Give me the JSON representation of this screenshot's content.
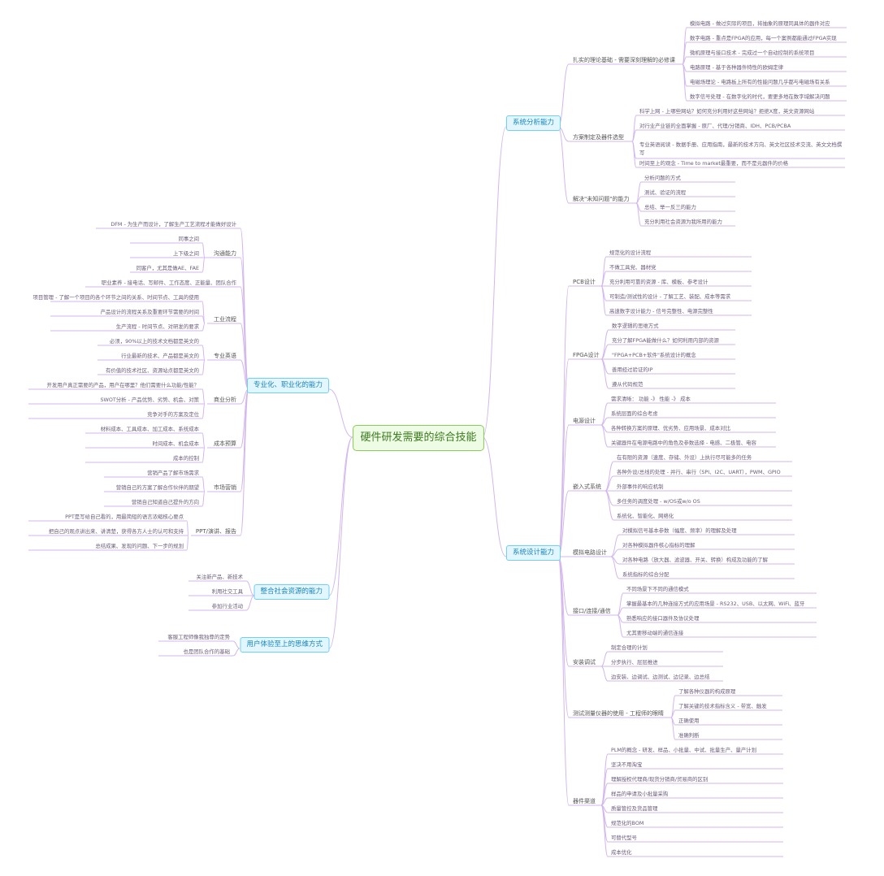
{
  "root": "硬件研发需要的综合技能",
  "colors": {
    "line": "#d3b7ec",
    "root_border": "#88cf55",
    "level1_border": "#6fd0f3"
  },
  "level1": [
    {
      "id": "sys_analysis",
      "label": "系统分析能力"
    },
    {
      "id": "sys_design",
      "label": "系统设计能力"
    },
    {
      "id": "professional",
      "label": "专业化、职业化的能力"
    },
    {
      "id": "social",
      "label": "整合社会资源的能力"
    },
    {
      "id": "ux",
      "label": "用户体验至上的思维方式"
    }
  ],
  "level2": {
    "foundation": "扎实的理论基础 - 需要深刻理解的必修课",
    "solution": "方案制定及器件选型",
    "unknown": "解决\"未知问题\"的能力",
    "pcb": "PCB设计",
    "fpga": "FPGA设计",
    "power": "电源设计",
    "embedded": "嵌入式系统",
    "analog": "模拟电路设计",
    "interface": "接口/连接/通信",
    "install": "安装调试",
    "instrument": "测试测量仪器的使用 - 工程师的眼睛",
    "channel": "器件渠道",
    "communication": "沟通能力",
    "process": "工业流程",
    "english": "专业英语",
    "business": "商业分析",
    "budget": "成本预算",
    "marketing": "市场营销",
    "ppt": "PPT/演讲、报告"
  },
  "leaves": {
    "foundation": [
      "模拟电路 - 做过实际的项目，将抽象的原理同具体的器件对应",
      "数字电路 - 重点是FPGA的应用，每一个案例都能通过FPGA实现",
      "微机原理与接口技术 - 完成过一个自动控制的系统项目",
      "电路原理 - 基于各种器件特性的欧姆定律",
      "电磁场理论 - 电路板上所有的性能问题几乎都与电磁场有关系",
      "数字信号处理 - 在数字化的时代，要更多地在数字域解决问题"
    ],
    "solution": [
      "科学上网 - 上哪些网站？如何充分利用好这些网站？拒绝X度，英文资源网站",
      "对行业产业链的全面掌握 - 原厂、代理/分销商、IDH、PCB/PCBA",
      "专业英语阅读 - 数据手册、应用指南，最新的技术方向、英文社区技术交流、英文文档撰写",
      "时间至上的观念 - Time to market最重要，而不是元器件的价格"
    ],
    "unknown": [
      "分析问题的方式",
      "测试、验证的流程",
      "总结、举一反三的能力",
      "充分利用社会资源为我所用的能力"
    ],
    "pcb": [
      "规范化的设计流程",
      "不做工具党、器材党",
      "充分利用可靠的资源 - 库、模板、参考设计",
      "可制造/测试性的设计 - 了解工艺、装配、成本等需求",
      "高速数字设计能力 - 信号完整性、电源完整性"
    ],
    "fpga": [
      "数字逻辑的思维方式",
      "充分了解FPGA能做什么？如何利用内部的资源",
      "\"FPGA+PCB+软件\"系统设计的概念",
      "善用经过验证的IP",
      "遵从代码规范"
    ],
    "power": [
      "需求清晰： 功能 -》 性能 -》 成本",
      "系统层面的综合考虑",
      "各种转换方案的原理、优劣势、应用场景、成本对比",
      "关键器件在电源电路中的角色及参数选择 - 电感、二极管、电容"
    ],
    "embedded": [
      "在有限的资源（速度、存储、外设）上执行尽可能多的任务",
      "各种外设/总线的处理 - 并行、串行（SPI、I2C、UART），PWM、GPIO",
      "外部事件的响应机制",
      "多任务的调度处理 - w/OS或w/o OS",
      "系统化、智能化、网络化"
    ],
    "analog": [
      "对模拟信号基本参数（幅度、频率）的理解及处理",
      "对各种模拟器件核心指标的理解",
      "对各种电路（放大器、滤波器、开关、转换）构成及功能的了解",
      "系统指标的综合分配"
    ],
    "interface": [
      "不同场景下不同的通信模式",
      "掌握最基本的几种连接方式的应用场景 - RS232、USB、以太网、WiFi、蓝牙",
      "熟悉响应的接口器件及协议处理",
      "尤其要移动端的通信连接"
    ],
    "install": [
      "制定合理的计划",
      "分步执行、层层推进",
      "边安装、边调试、边测试、边记录、边总结"
    ],
    "instrument": [
      "了解各种仪器的构成原理",
      "了解关键的技术指标含义 - 带宽、触发",
      "正确使用",
      "准确判断"
    ],
    "channel": [
      "PLM的概念 - 研发、样品、小批量、中试、批量生产、量产计划",
      "坚决不用淘宝",
      "理解授权代理商/现货分销商/贸易商的区别",
      "样品的申请及小批量采购",
      "质量管控及货品管理",
      "规范化的BOM",
      "可替代型号",
      "成本优化"
    ],
    "dfm": "DFM - 为生产而设计，了解生产工艺流程才能做好设计",
    "communication": [
      "同事之间",
      "上下级之间",
      "同客户，尤其是做AE、FAE"
    ],
    "workplace": "职业素养 - 接电话、写邮件、工作态度、正能量、团队合作",
    "process": [
      "项目管理 - 了解一个项目的各个环节之间的关系、时间节点、工具的使用",
      "产品设计的流程关系及重要环节需要的时间",
      "生产流程 - 时间节点、对研发的要求"
    ],
    "english": [
      "必须，90%以上的技术文档都是英文的",
      "行业最新的技术、产品都是英文的",
      "有价值的技术社区、资源站点都是英文的"
    ],
    "business": [
      "开发用户真正需要的产品，用户在哪里？他们需要什么功能/性能？",
      "SWOT分析 - 产品优势、劣势、机会、对策",
      "竞争对手的方案及定位"
    ],
    "budget": [
      "材料成本、工具成本、加工成本、系统成本",
      "时间成本、机会成本",
      "成本的控制"
    ],
    "marketing": [
      "营销产品了解市场需求",
      "营销自己的方案了解合作伙伴的期望",
      "营销自己知道自己提升的方向"
    ],
    "ppt": [
      "PPT是写给自己看的，用最简短的语言浓缩核心要点",
      "把自己的观点讲出来、讲清楚，获得各方人士的认可和支持",
      "总结成果、发现的问题、下一步的规划"
    ],
    "social": [
      "关注新产品、新技术",
      "利用社交工具",
      "参加行业活动"
    ],
    "ux": [
      "客服工程师像我独尊的定势",
      "也是团队合作的基础"
    ]
  }
}
